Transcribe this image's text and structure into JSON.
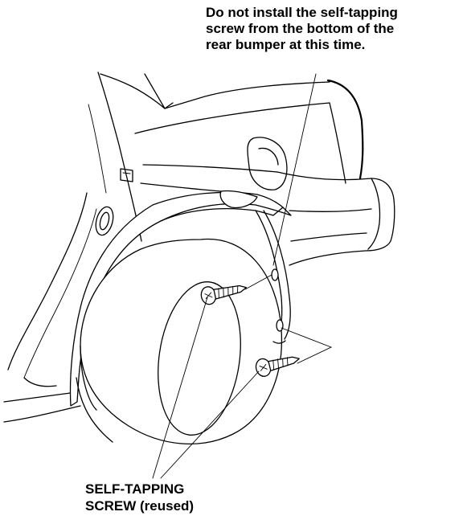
{
  "note": {
    "lines": [
      "Do not install the self-tapping",
      "screw from the bottom of the",
      "rear bumper at this time."
    ]
  },
  "label": {
    "lines": [
      "SELF-TAPPING",
      "SCREW (reused)"
    ]
  },
  "icons": {
    "screw_head": "x-cross-head"
  }
}
